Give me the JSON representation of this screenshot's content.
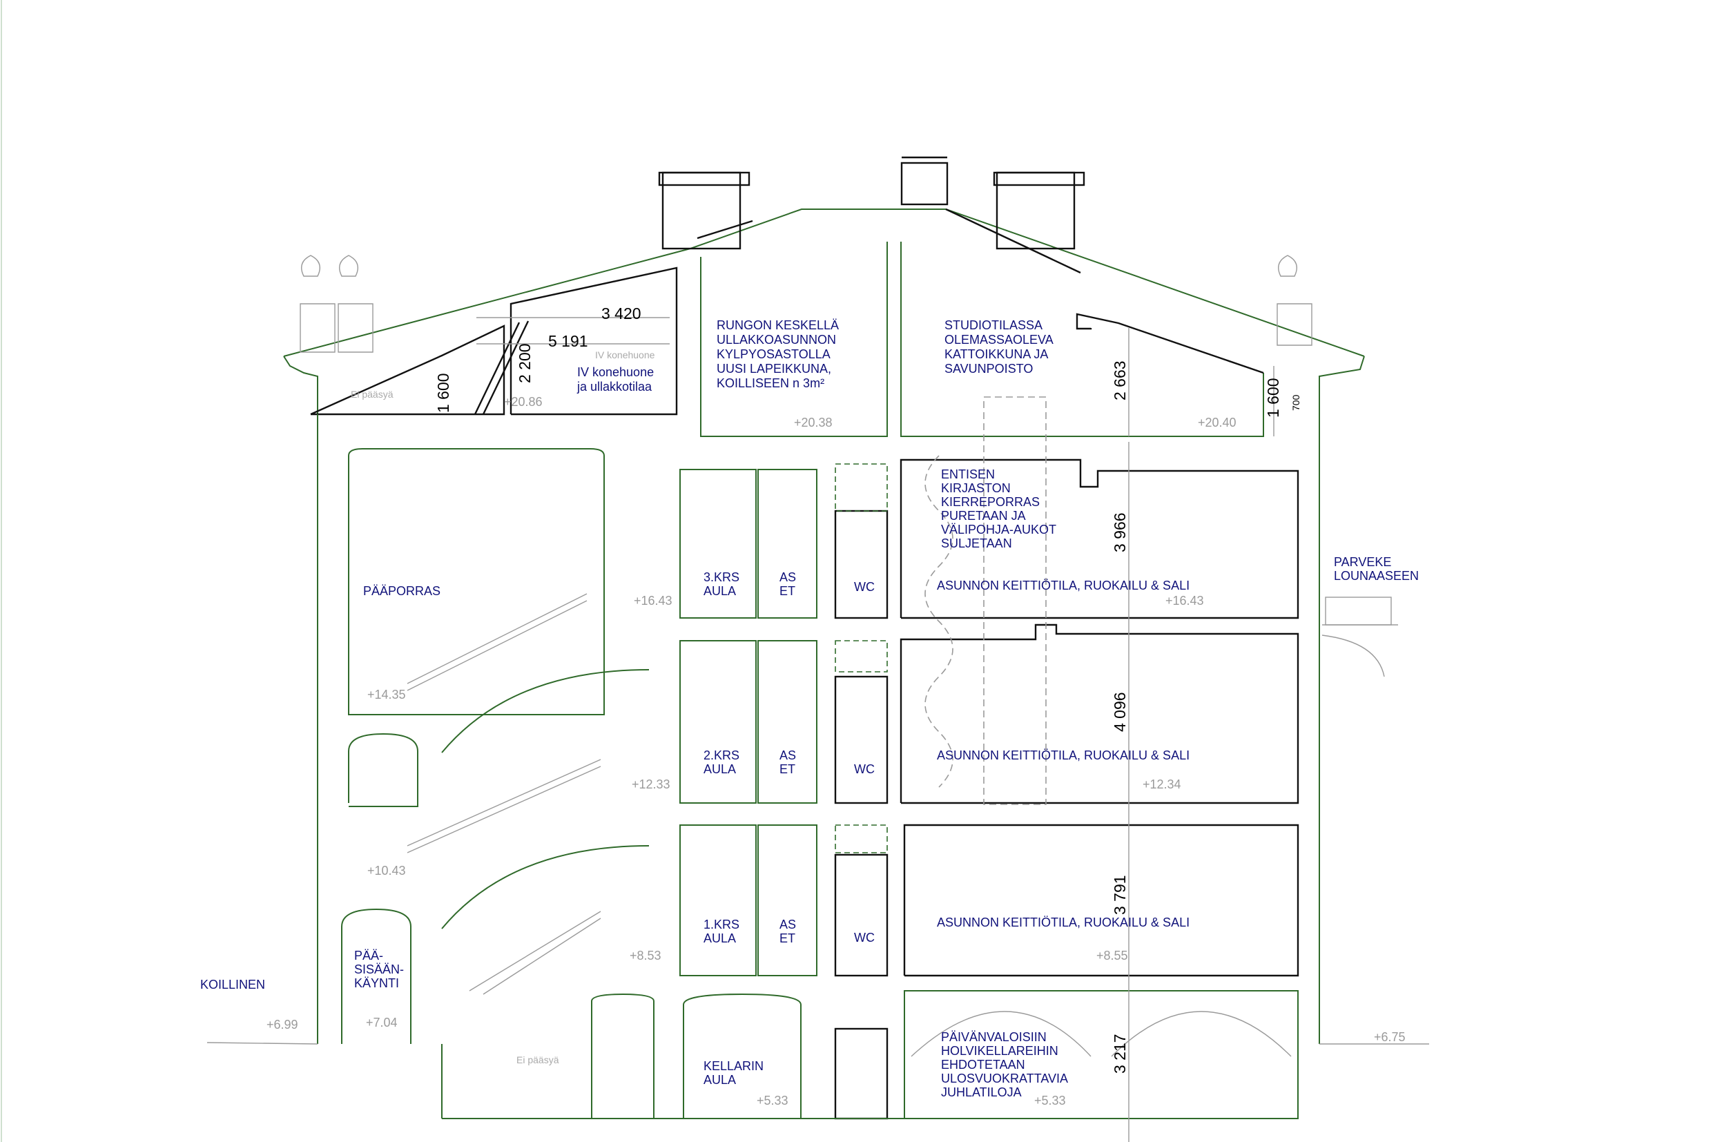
{
  "colors": {
    "outline": "#2f6a2a",
    "label": "#10127a",
    "walls": "#111111",
    "aux": "#9a9a9a"
  },
  "attic": {
    "dim_3420": "3 420",
    "dim_5191": "5 191",
    "dim_1600_left": "1 600",
    "dim_2200": "2 200",
    "iv_faint": "IV konehuone",
    "iv_label": [
      "IV konehuone",
      "ja ullakkotilaa"
    ],
    "no_access": "Ei pääsyä",
    "level_left": "+20.86",
    "center_note": [
      "RUNGON  KESKELLÄ",
      "ULLAKKOASUNNON",
      "KYLPYOSASTOLLA",
      "UUSI  LAPEIKKUNA,",
      "KOILLISEEN  n 3m²"
    ],
    "level_center": "+20.38",
    "studio_note": [
      "STUDIOTILASSA",
      "OLEMASSAOLEVA",
      "KATTOIKKUNA JA",
      "SAVUNPOISTO"
    ],
    "dim_2663": "2 663",
    "dim_1600_right": "1 600",
    "dim_700": "700",
    "level_right": "+20.40"
  },
  "floor3": {
    "note": [
      "ENTISEN",
      "KIRJASTON",
      "KIERREPORRAS",
      "PURETAAN JA",
      "VÄLIPOHJA-AUKOT",
      "SULJETAAN"
    ],
    "dim": "3 966",
    "stair": "PÄÄPORRAS",
    "aula": [
      "3.KRS",
      "AULA"
    ],
    "aset": [
      "AS",
      "ET"
    ],
    "wc": "WC",
    "apartment": "ASUNNON  KEITTIÖTILA,  RUOKAILU  &  SALI",
    "level_left": "+16.43",
    "level_right": "+16.43",
    "level_stair": "+14.35",
    "balcony": [
      "PARVEKE",
      "LOUNAASEEN"
    ]
  },
  "floor2": {
    "dim": "4 096",
    "aula": [
      "2.KRS",
      "AULA"
    ],
    "aset": [
      "AS",
      "ET"
    ],
    "wc": "WC",
    "apartment": "ASUNNON  KEITTIÖTILA,  RUOKAILU  &  SALI",
    "level_left": "+12.33",
    "level_right": "+12.34",
    "level_stair": "+10.43"
  },
  "floor1": {
    "dim": "3 791",
    "aula": [
      "1.KRS",
      "AULA"
    ],
    "aset": [
      "AS",
      "ET"
    ],
    "wc": "WC",
    "apartment": "ASUNNON  KEITTIÖTILA,  RUOKAILU  &  SALI",
    "level_left": "+8.53",
    "level_right": "+8.55",
    "entrance": [
      "PÄÄ-",
      "SISÄÄN-",
      "KÄYNTI"
    ],
    "northeast": "KOILLINEN",
    "level_ground_left": "+6.99",
    "level_entrance": "+7.04",
    "level_ground_right": "+6.75"
  },
  "basement": {
    "no_access": "Ei pääsyä",
    "aula": [
      "KELLARIN",
      "AULA"
    ],
    "level_left": "+5.33",
    "level_right": "+5.33",
    "note": [
      "PÄIVÄNVALOISIIN",
      "HOLVIKELLAREIHIN",
      "EHDOTETAAN",
      "ULOSVUOKRATTAVIA",
      "JUHLATILOJA"
    ],
    "dim": "3 217"
  }
}
